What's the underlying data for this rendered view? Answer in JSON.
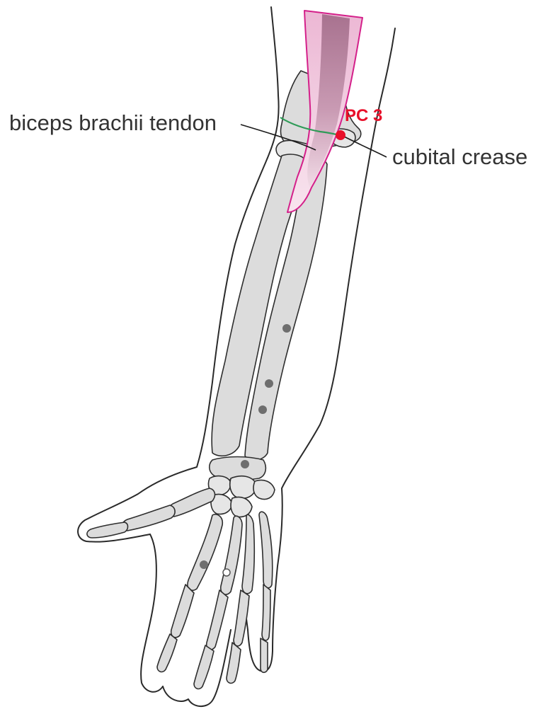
{
  "labels": {
    "biceps_tendon": "biceps brachii tendon",
    "cubital_crease": "cubital crease",
    "point": "PC 3"
  },
  "colors": {
    "point": "#e8102a",
    "tendon_outline": "#d4208a",
    "tendon_fill": "#e9b6d2",
    "tendon_core": "#b47d99",
    "crease": "#2e9b57",
    "bone": "#dcdcdc",
    "outline": "#2a2a2a"
  }
}
